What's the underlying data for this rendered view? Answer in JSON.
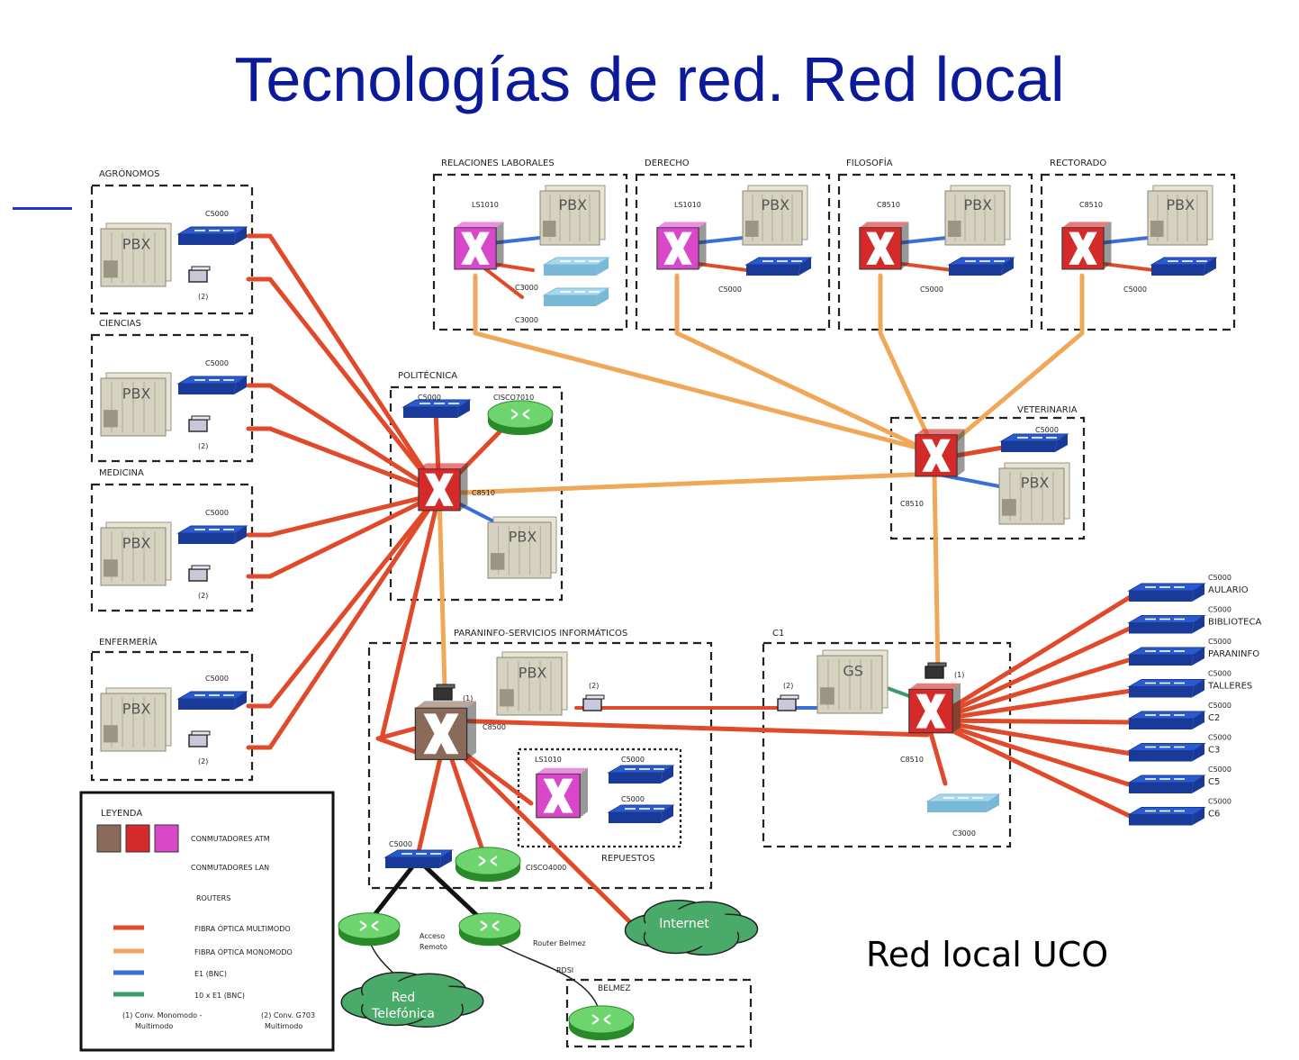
{
  "title": "Tecnologías de red. Red local",
  "caption": "Red local UCO",
  "colors": {
    "title": "#0a1a9a",
    "fibra_multimodo": "#e04a2a",
    "fibra_monomodo": "#f0a858",
    "e1": "#3a6fd8",
    "e1x10": "#3a9a6a",
    "atm_red": "#d42a2a",
    "atm_pink": "#d848c8",
    "atm_brown": "#8a6a58",
    "lan_blue": "#2a5ad0",
    "lan_light": "#a8d8f0",
    "router": "#3aa83a",
    "cloud": "#4aaa6a"
  },
  "sites": {
    "agronomos": "AGRÓNOMOS",
    "ciencias": "CIENCIAS",
    "medicina": "MEDICINA",
    "enfermeria": "ENFERMERÍA",
    "relaciones": "RELACIONES LABORALES",
    "derecho": "DERECHO",
    "filosofia": "FILOSOFÍA",
    "rectorado": "RECTORADO",
    "politecnica": "POLITÉCNICA",
    "veterinaria": "VETERINARIA",
    "paraninfo": "PARANINFO-SERVICIOS INFORMÁTICOS",
    "c1": "C1",
    "belmez": "BELMEZ",
    "repuestos": "REPUESTOS"
  },
  "devices": {
    "pbx": "PBX",
    "gs": "GS",
    "c5000": "C5000",
    "c3000": "C3000",
    "c8510": "C8510",
    "c8500": "C8500",
    "ls1010": "LS1010",
    "cisco7010": "CISCO7010",
    "cisco4000": "CISCO4000",
    "tag1": "(1)",
    "tag2": "(2)"
  },
  "right_switches": [
    {
      "model": "C5000",
      "name": "AULARIO"
    },
    {
      "model": "C5000",
      "name": "BIBLIOTECA"
    },
    {
      "model": "C5000",
      "name": "PARANINFO"
    },
    {
      "model": "C5000",
      "name": "TALLERES"
    },
    {
      "model": "C5000",
      "name": "C2"
    },
    {
      "model": "C5000",
      "name": "C3"
    },
    {
      "model": "C5000",
      "name": "C5"
    },
    {
      "model": "C5000",
      "name": "C6"
    }
  ],
  "clouds": {
    "internet": "Internet",
    "red_line1": "Red",
    "red_line2": "Telefónica"
  },
  "labels": {
    "acceso1": "Acceso",
    "acceso2": "Remoto",
    "router_belmez": "Router Belmez",
    "rdsi": "RDSI"
  },
  "legend": {
    "title": "LEYENDA",
    "atm": "CONMUTADORES ATM",
    "lan": "CONMUTADORES LAN",
    "routers": "ROUTERS",
    "multimodo": "FIBRA ÓPTICA MULTIMODO",
    "monomodo": "FIBRA ÓPTICA MONOMODO",
    "e1": "E1 (BNC)",
    "e1x10": "10 x E1 (BNC)",
    "conv1_a": "(1) Conv. Monomodo -",
    "conv1_b": "Multimodo",
    "conv2_a": "(2) Conv. G703",
    "conv2_b": "Multimodo"
  }
}
